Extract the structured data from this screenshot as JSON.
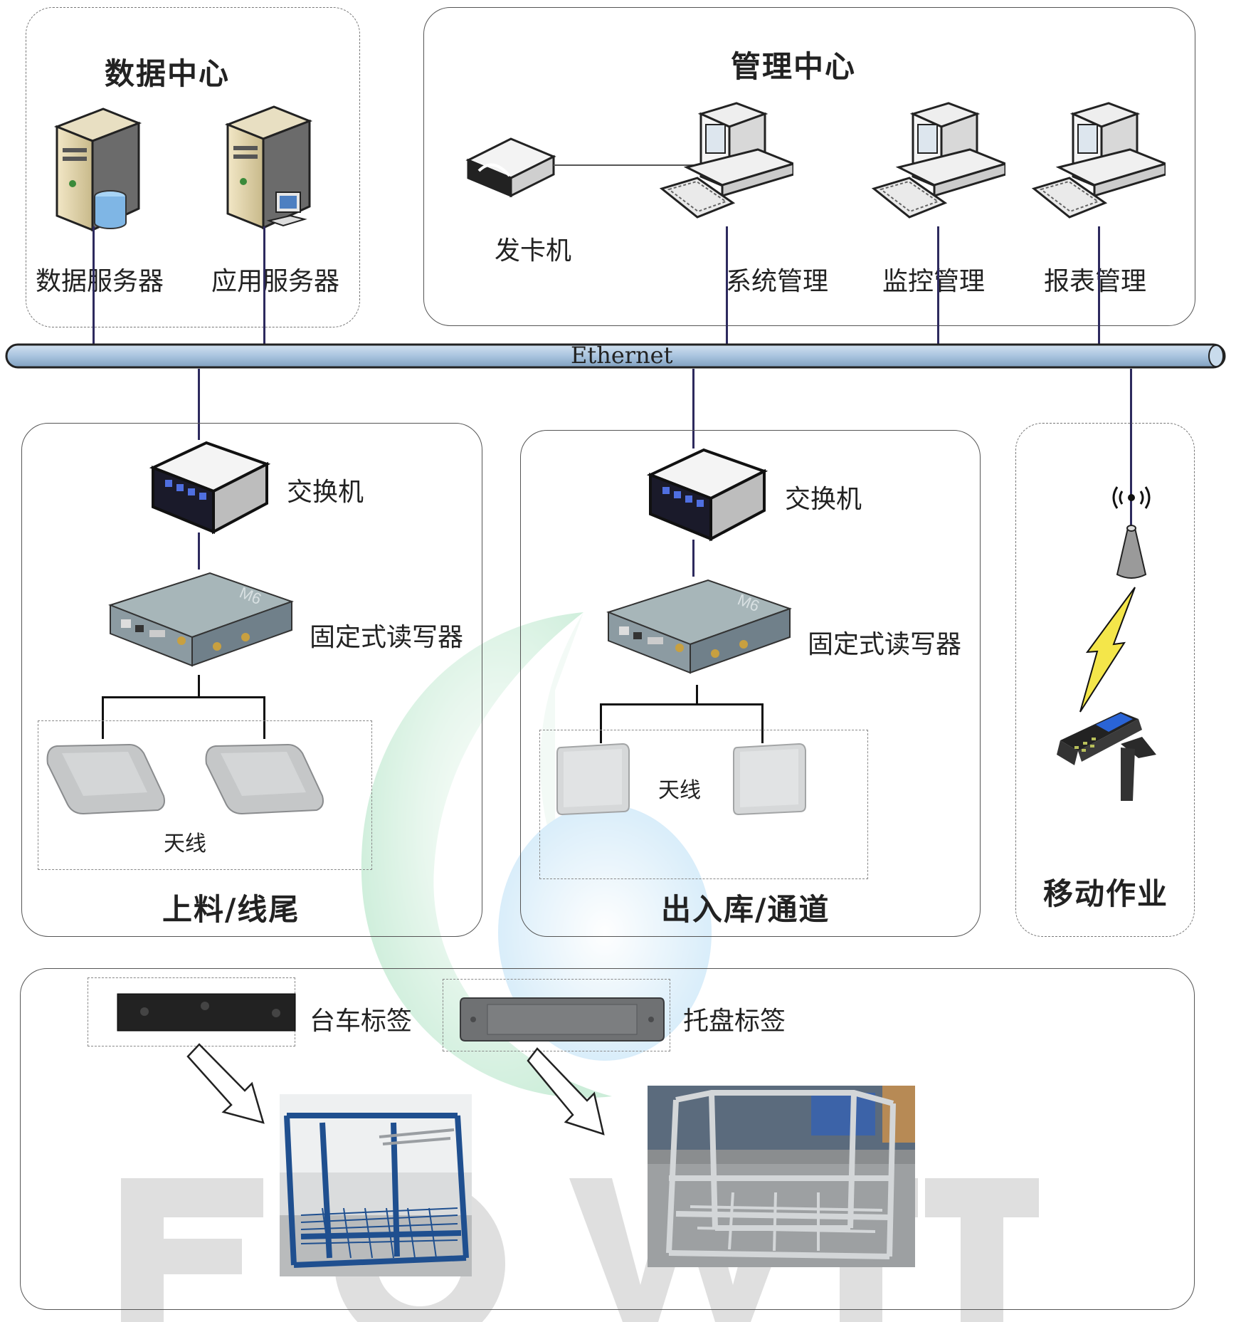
{
  "network": {
    "bus_label": "Ethernet"
  },
  "data_center": {
    "title": "数据中心",
    "items": [
      {
        "label": "数据服务器"
      },
      {
        "label": "应用服务器"
      }
    ]
  },
  "management_center": {
    "title": "管理中心",
    "items": [
      {
        "label": "发卡机"
      },
      {
        "label": "系统管理"
      },
      {
        "label": "监控管理"
      },
      {
        "label": "报表管理"
      }
    ]
  },
  "feeding_line_end": {
    "title": "上料/线尾",
    "switch_label": "交换机",
    "reader_label": "固定式读写器",
    "antenna_label": "天线"
  },
  "warehouse_channel": {
    "title": "出入库/通道",
    "switch_label": "交换机",
    "reader_label": "固定式读写器",
    "antenna_label": "天线"
  },
  "mobile": {
    "title": "移动作业"
  },
  "tags": {
    "cart_tag_label": "台车标签",
    "pallet_tag_label": "托盘标签"
  },
  "colors": {
    "bus": "#a9c4df",
    "wire": "#2d2a5e",
    "watermark_green": "#9fdcb4",
    "watermark_blue": "#9fd0ee"
  }
}
